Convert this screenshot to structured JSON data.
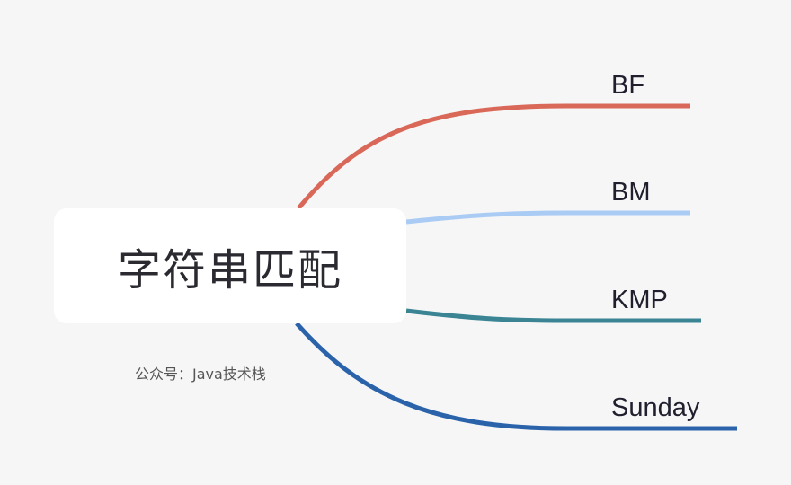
{
  "root": {
    "title": "字符串匹配"
  },
  "branches": [
    {
      "label": "BF",
      "color": "#d96858"
    },
    {
      "label": "BM",
      "color": "#a9cbf4"
    },
    {
      "label": "KMP",
      "color": "#3a8494"
    },
    {
      "label": "Sunday",
      "color": "#2a63aa"
    }
  ],
  "watermark": "公众号：Java技术栈"
}
